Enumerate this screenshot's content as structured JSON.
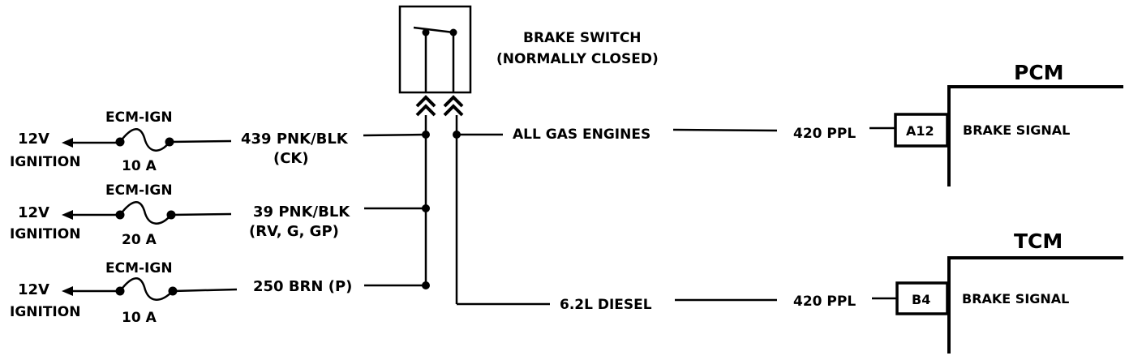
{
  "switch": {
    "title": "BRAKE SWITCH",
    "subtitle": "(NORMALLY CLOSED)"
  },
  "feeds": [
    {
      "voltage": "12V",
      "source": "IGNITION",
      "fuse_name": "ECM-IGN",
      "fuse_rating": "10 A",
      "wire": "439 PNK/BLK",
      "applies_to": "(CK)"
    },
    {
      "voltage": "12V",
      "source": "IGNITION",
      "fuse_name": "ECM-IGN",
      "fuse_rating": "20 A",
      "wire": "39 PNK/BLK",
      "applies_to": "(RV, G, GP)"
    },
    {
      "voltage": "12V",
      "source": "IGNITION",
      "fuse_name": "ECM-IGN",
      "fuse_rating": "10 A",
      "wire": "250 BRN (P)",
      "applies_to": ""
    }
  ],
  "outputs": [
    {
      "engine": "ALL GAS ENGINES",
      "wire": "420 PPL",
      "module": "PCM",
      "pin": "A12",
      "signal": "BRAKE SIGNAL"
    },
    {
      "engine": "6.2L DIESEL",
      "wire": "420 PPL",
      "module": "TCM",
      "pin": "B4",
      "signal": "BRAKE SIGNAL"
    }
  ]
}
